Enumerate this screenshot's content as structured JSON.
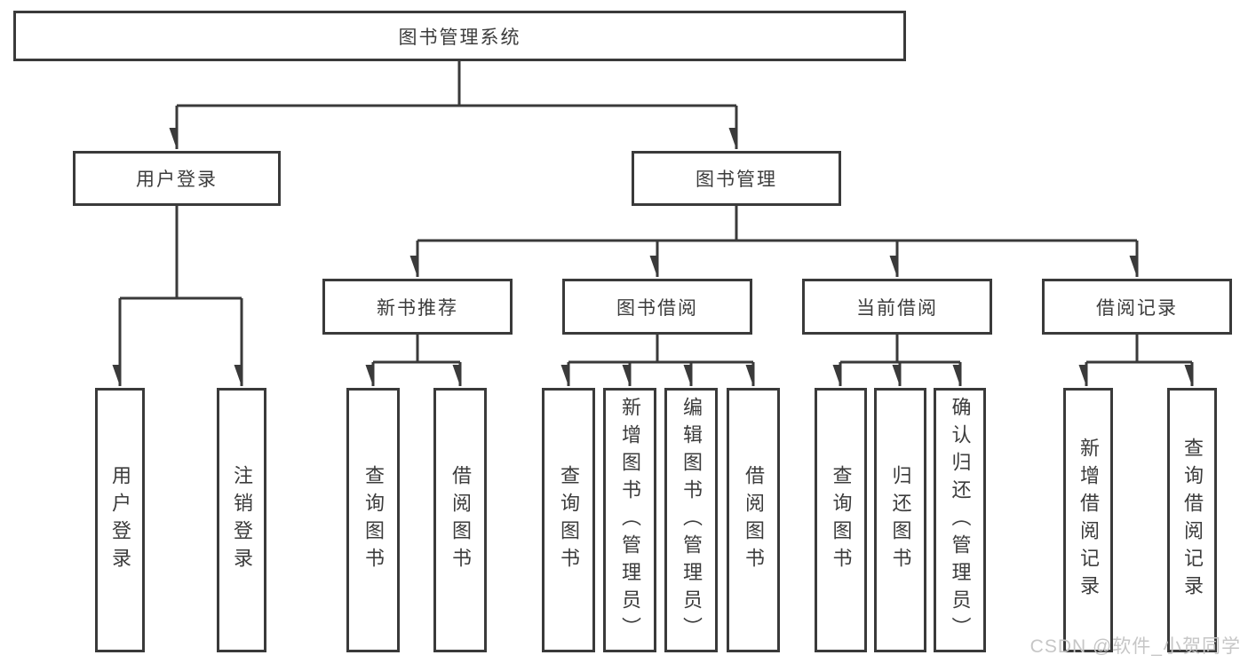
{
  "diagram": {
    "root": {
      "label": "图书管理系统"
    },
    "user_branch": {
      "label": "用户登录",
      "children": [
        {
          "label": "用户登录"
        },
        {
          "label": "注销登录"
        }
      ]
    },
    "mgmt_branch": {
      "label": "图书管理",
      "groups": [
        {
          "label": "新书推荐",
          "children": [
            {
              "label": "查询图书"
            },
            {
              "label": "借阅图书"
            }
          ]
        },
        {
          "label": "图书借阅",
          "children": [
            {
              "label": "查询图书"
            },
            {
              "label": "新增图书（管理员）"
            },
            {
              "label": "编辑图书（管理员）"
            },
            {
              "label": "借阅图书"
            }
          ]
        },
        {
          "label": "当前借阅",
          "children": [
            {
              "label": "查询图书"
            },
            {
              "label": "归还图书"
            },
            {
              "label": "确认归还（管理员）"
            }
          ]
        },
        {
          "label": "借阅记录",
          "children": [
            {
              "label": "新增借阅记录"
            },
            {
              "label": "查询借阅记录"
            }
          ]
        }
      ]
    }
  },
  "colors": {
    "line": "#3a3a3a",
    "text": "#3c3c3c",
    "watermark": "#c6c6c6",
    "background": "#ffffff"
  },
  "watermark": {
    "text": "CSDN @软件_小贺同学"
  }
}
